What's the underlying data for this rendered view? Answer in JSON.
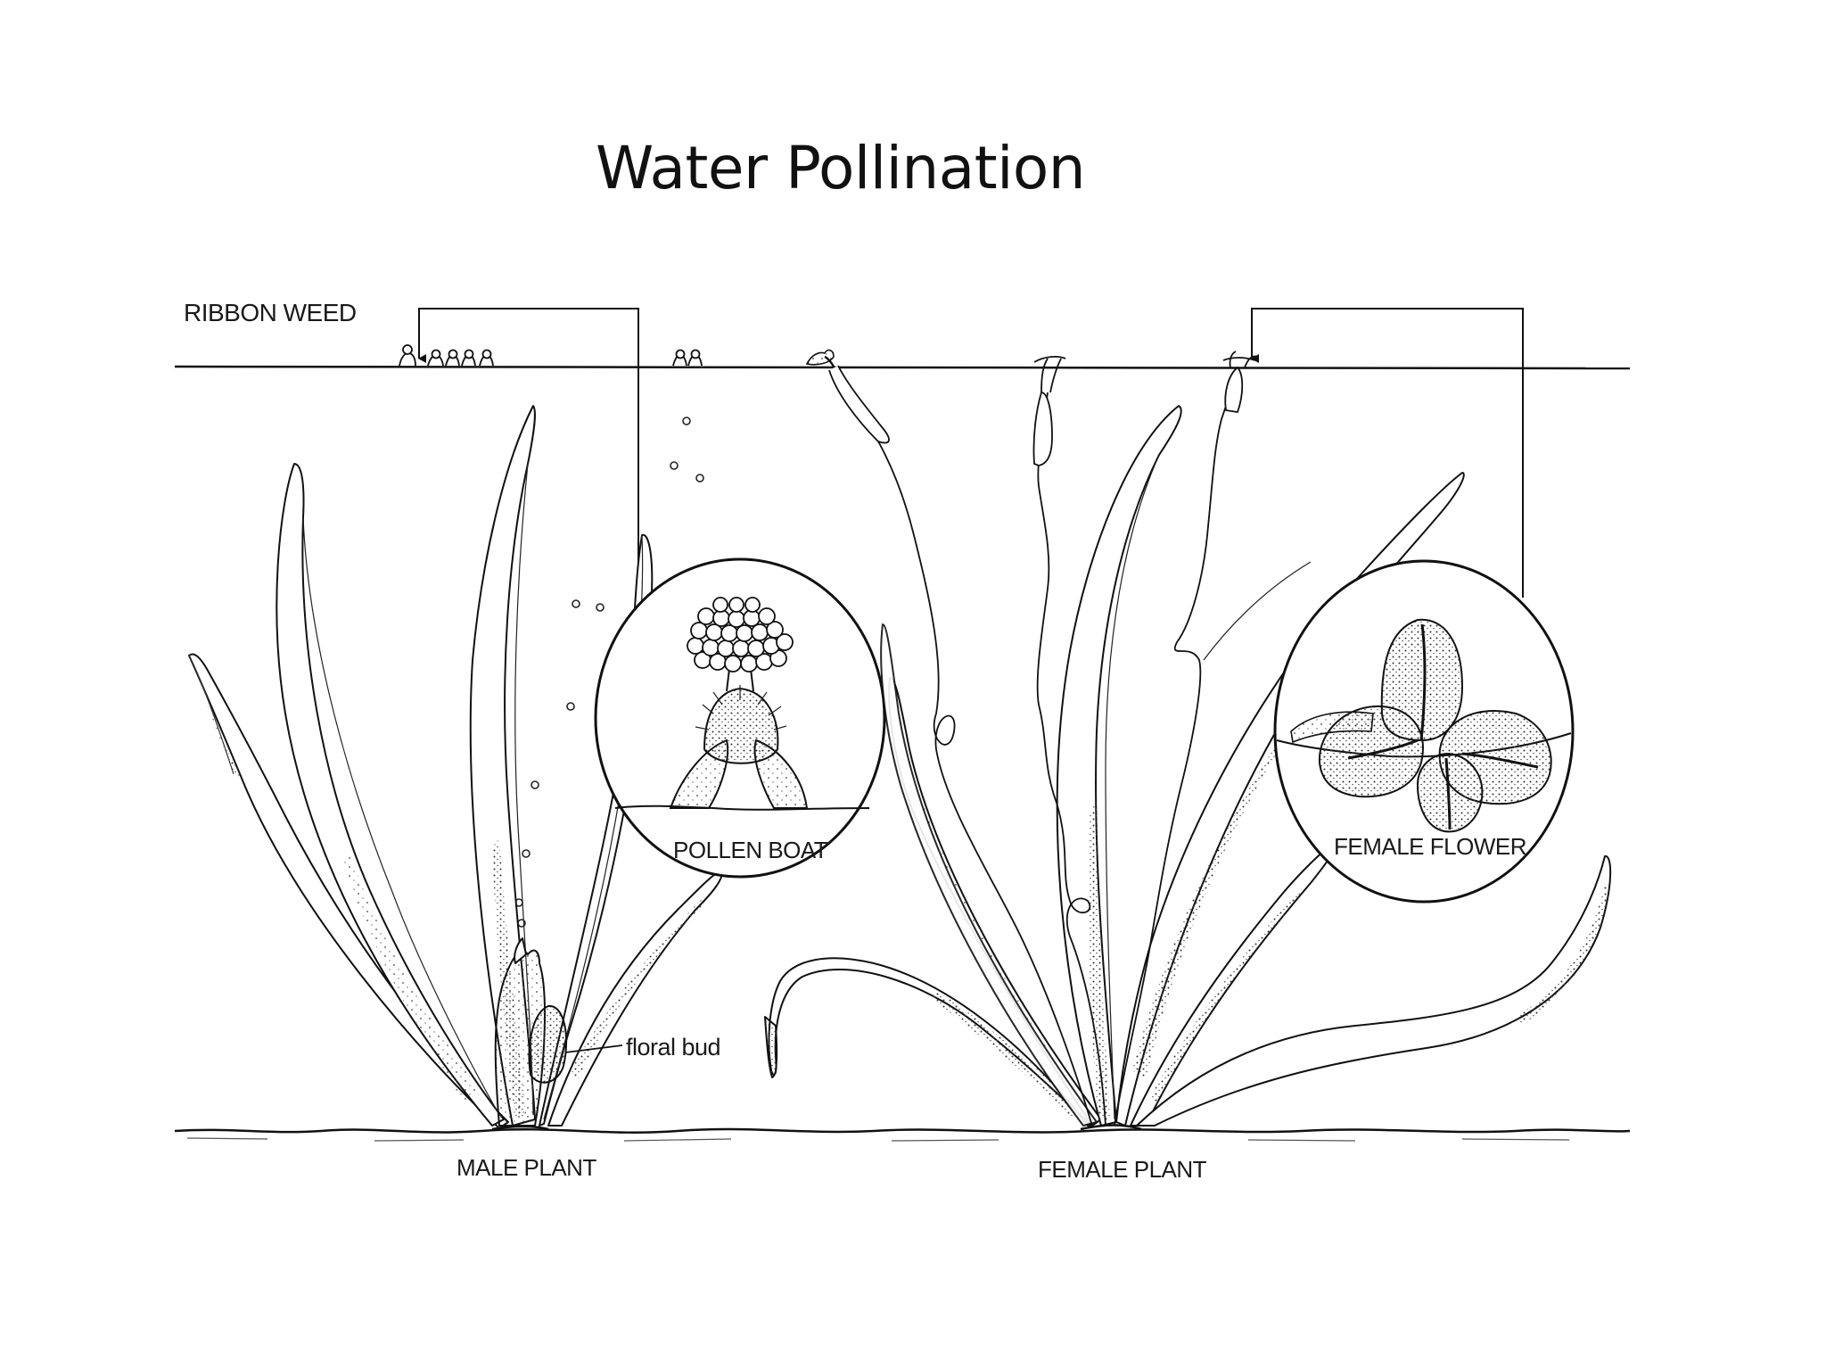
{
  "title": "Water Pollination",
  "labels": {
    "ribbon_weed": "RIBBON WEED",
    "pollen_boat": "POLLEN BOAT",
    "female_flower": "FEMALE FLOWER",
    "floral_bud": "floral bud",
    "male_plant": "MALE PLANT",
    "female_plant": "FEMALE PLANT"
  }
}
